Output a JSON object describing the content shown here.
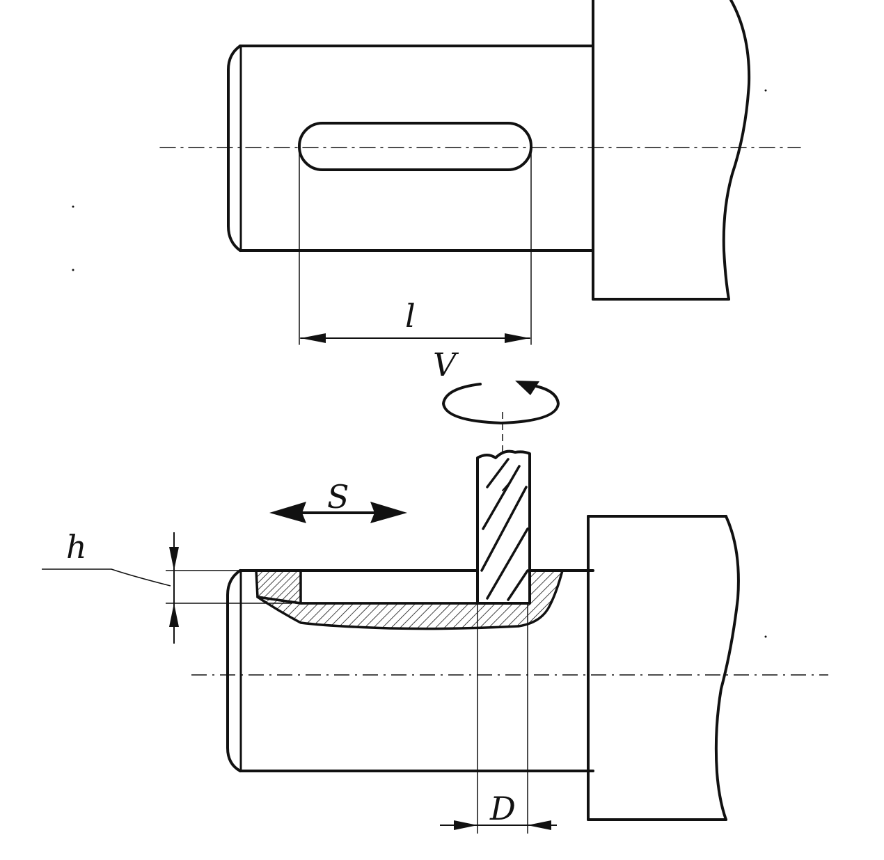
{
  "labels": {
    "slot_length": "l",
    "rotation": "V",
    "feed": "S",
    "depth": "h",
    "diameter": "D"
  },
  "colors": {
    "ink": "#111111",
    "background": "#ffffff"
  }
}
